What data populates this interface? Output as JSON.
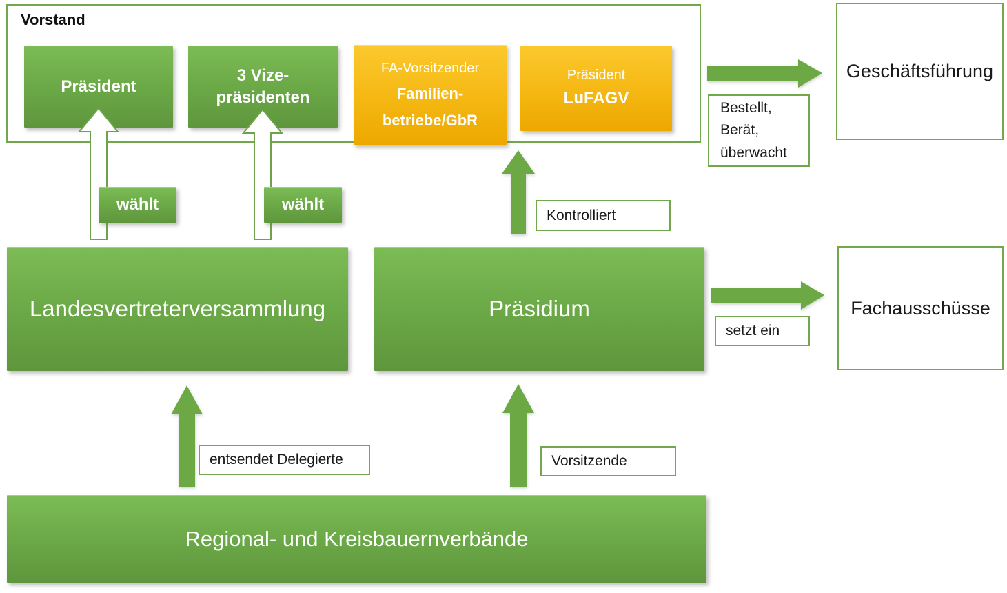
{
  "palette": {
    "green_box_top": "#7cbc55",
    "green_box_bottom": "#5f963d",
    "gold_box_top": "#fbc92e",
    "gold_box_bottom": "#eda800",
    "arrow_green": "#6ca945",
    "outline_green": "#72a84c",
    "text_white": "#ffffff",
    "text_black": "#1a1a1a"
  },
  "vorstand": {
    "label": "Vorstand",
    "president": "Präsident",
    "vice_line1": "3 Vize-",
    "vice_line2": "präsidenten",
    "fa_role": "FA-Vorsitzender",
    "fa_line1": "Familien-",
    "fa_line2": "betriebe/GbR",
    "lufagv_role": "Präsident",
    "lufagv_name": "LuFAGV"
  },
  "nodes": {
    "landesvertreterversammlung": "Landesvertreterversammlung",
    "praesidium": "Präsidium",
    "regional_kreisbauernverbaende": "Regional- und Kreisbauernverbände",
    "geschaeftsfuehrung": "Geschäftsführung",
    "fachausschuesse": "Fachausschüsse"
  },
  "edge_labels": {
    "waehlt_left": "wählt",
    "waehlt_right": "wählt",
    "kontrolliert": "Kontrolliert",
    "bestellt_line1": "Bestellt,",
    "bestellt_line2": "Berät,",
    "bestellt_line3": "überwacht",
    "setzt_ein": "setzt ein",
    "entsendet_delegierte": "entsendet Delegierte",
    "vorsitzende": "Vorsitzende"
  }
}
